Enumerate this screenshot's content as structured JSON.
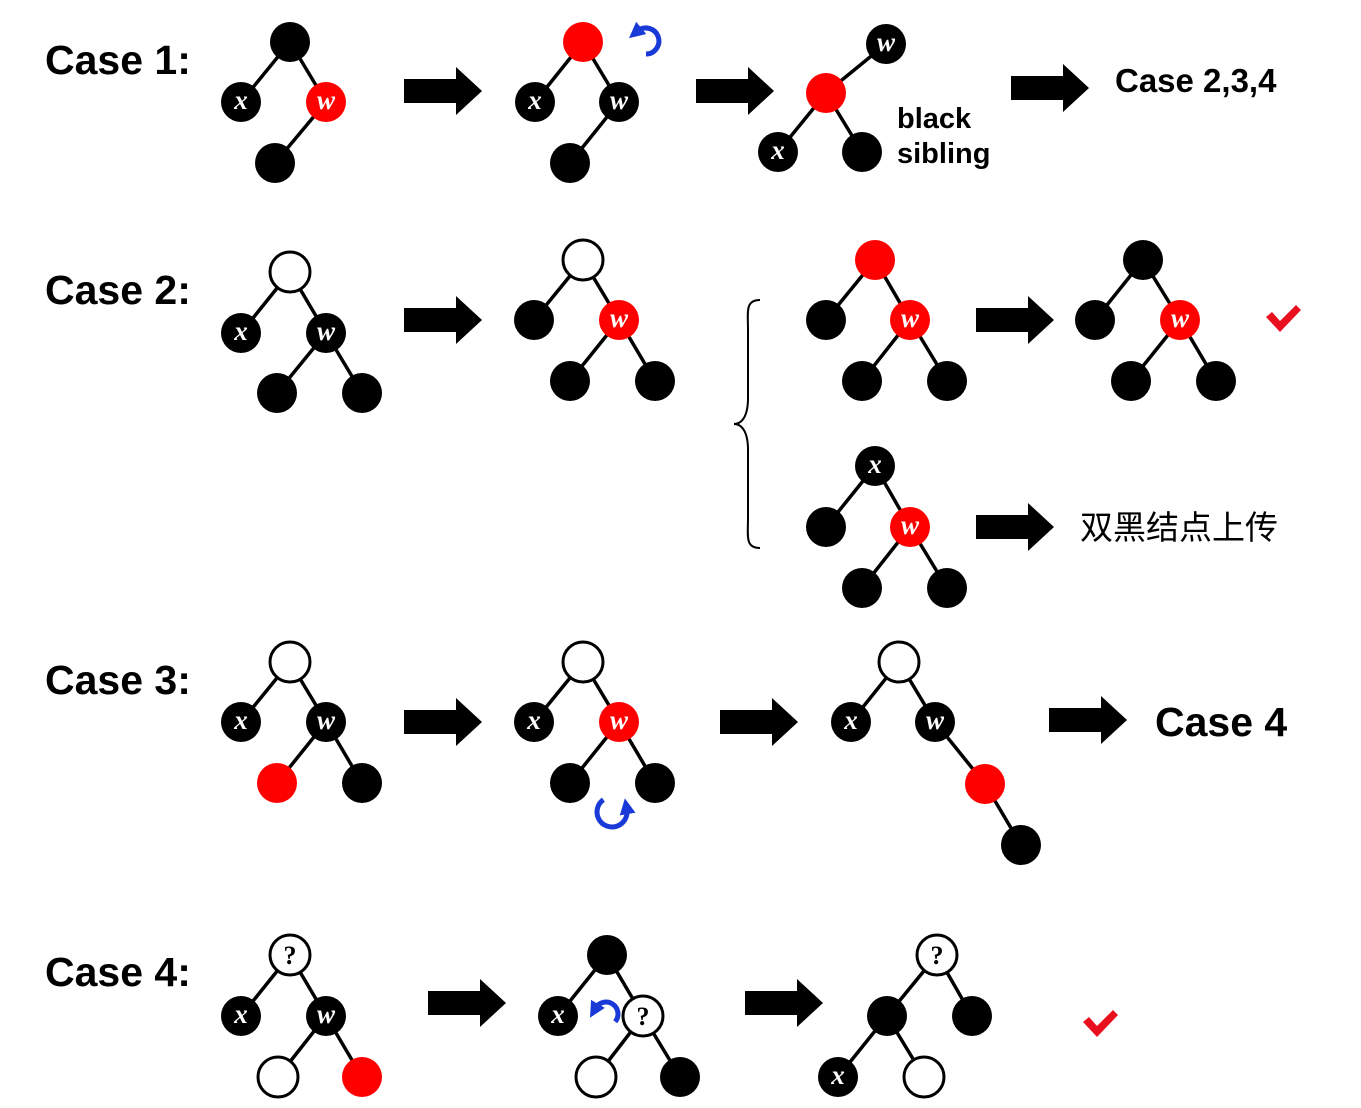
{
  "palette": {
    "black": "#000000",
    "red": "#ff0000",
    "white": "#ffffff",
    "rotation": "#1a3ad8",
    "check": "#e8101e"
  },
  "rows": [
    {
      "label": "Case 1:",
      "trees": [
        {
          "nodes": [
            {
              "color": "black"
            },
            {
              "color": "black",
              "label": "x"
            },
            {
              "color": "red",
              "label": "w"
            },
            {
              "color": "black"
            }
          ],
          "edges": [
            [
              0,
              1
            ],
            [
              0,
              2
            ],
            [
              2,
              3
            ]
          ]
        },
        {
          "nodes": [
            {
              "color": "red"
            },
            {
              "color": "black",
              "label": "x"
            },
            {
              "color": "black",
              "label": "w"
            },
            {
              "color": "black"
            }
          ],
          "edges": [
            [
              0,
              1
            ],
            [
              0,
              2
            ],
            [
              2,
              3
            ]
          ],
          "rotation_icon": "rotate-left-icon"
        },
        {
          "nodes": [
            {
              "color": "black",
              "label": "w"
            },
            {
              "color": "red"
            },
            {
              "color": "black",
              "label": "x"
            },
            {
              "color": "black"
            }
          ],
          "edges": [
            [
              1,
              0
            ],
            [
              1,
              2
            ],
            [
              1,
              3
            ]
          ]
        }
      ],
      "note": [
        "black",
        "sibling"
      ],
      "result": "Case 2,3,4"
    },
    {
      "label": "Case 2:",
      "trees": [
        {
          "nodes": [
            {
              "color": "white"
            },
            {
              "color": "black",
              "label": "x"
            },
            {
              "color": "black",
              "label": "w"
            },
            {
              "color": "black"
            },
            {
              "color": "black"
            }
          ],
          "edges": [
            [
              0,
              1
            ],
            [
              0,
              2
            ],
            [
              2,
              3
            ],
            [
              2,
              4
            ]
          ]
        },
        {
          "nodes": [
            {
              "color": "white"
            },
            {
              "color": "black"
            },
            {
              "color": "red",
              "label": "w"
            },
            {
              "color": "black"
            },
            {
              "color": "black"
            }
          ],
          "edges": [
            [
              0,
              1
            ],
            [
              0,
              2
            ],
            [
              2,
              3
            ],
            [
              2,
              4
            ]
          ]
        },
        {
          "nodes": [
            {
              "color": "red"
            },
            {
              "color": "black"
            },
            {
              "color": "red",
              "label": "w"
            },
            {
              "color": "black"
            },
            {
              "color": "black"
            }
          ],
          "edges": [
            [
              0,
              1
            ],
            [
              0,
              2
            ],
            [
              2,
              3
            ],
            [
              2,
              4
            ]
          ]
        },
        {
          "nodes": [
            {
              "color": "black"
            },
            {
              "color": "black"
            },
            {
              "color": "red",
              "label": "w"
            },
            {
              "color": "black"
            },
            {
              "color": "black"
            }
          ],
          "edges": [
            [
              0,
              1
            ],
            [
              0,
              2
            ],
            [
              2,
              3
            ],
            [
              2,
              4
            ]
          ]
        },
        {
          "nodes": [
            {
              "color": "black",
              "label": "x"
            },
            {
              "color": "black"
            },
            {
              "color": "red",
              "label": "w"
            },
            {
              "color": "black"
            },
            {
              "color": "black"
            }
          ],
          "edges": [
            [
              0,
              1
            ],
            [
              0,
              2
            ],
            [
              2,
              3
            ],
            [
              2,
              4
            ]
          ]
        }
      ],
      "done_icon": "check-icon",
      "outcome": "双黑结点上传"
    },
    {
      "label": "Case 3:",
      "trees": [
        {
          "nodes": [
            {
              "color": "white"
            },
            {
              "color": "black",
              "label": "x"
            },
            {
              "color": "black",
              "label": "w"
            },
            {
              "color": "red"
            },
            {
              "color": "black"
            }
          ],
          "edges": [
            [
              0,
              1
            ],
            [
              0,
              2
            ],
            [
              2,
              3
            ],
            [
              2,
              4
            ]
          ]
        },
        {
          "nodes": [
            {
              "color": "white"
            },
            {
              "color": "black",
              "label": "x"
            },
            {
              "color": "red",
              "label": "w"
            },
            {
              "color": "black"
            },
            {
              "color": "black"
            }
          ],
          "edges": [
            [
              0,
              1
            ],
            [
              0,
              2
            ],
            [
              2,
              3
            ],
            [
              2,
              4
            ]
          ],
          "rotation_icon": "rotate-right-icon"
        },
        {
          "nodes": [
            {
              "color": "white"
            },
            {
              "color": "black",
              "label": "x"
            },
            {
              "color": "black",
              "label": "w"
            },
            {
              "color": "red"
            },
            {
              "color": "black"
            }
          ],
          "edges": [
            [
              0,
              1
            ],
            [
              0,
              2
            ],
            [
              2,
              3
            ],
            [
              3,
              4
            ]
          ]
        }
      ],
      "result": "Case 4"
    },
    {
      "label": "Case 4:",
      "trees": [
        {
          "nodes": [
            {
              "color": "white",
              "label": "?"
            },
            {
              "color": "black",
              "label": "x"
            },
            {
              "color": "black",
              "label": "w"
            },
            {
              "color": "white"
            },
            {
              "color": "red"
            }
          ],
          "edges": [
            [
              0,
              1
            ],
            [
              0,
              2
            ],
            [
              2,
              3
            ],
            [
              2,
              4
            ]
          ]
        },
        {
          "nodes": [
            {
              "color": "black"
            },
            {
              "color": "black",
              "label": "x"
            },
            {
              "color": "white",
              "label": "?"
            },
            {
              "color": "white"
            },
            {
              "color": "black"
            }
          ],
          "edges": [
            [
              0,
              1
            ],
            [
              0,
              2
            ],
            [
              2,
              3
            ],
            [
              2,
              4
            ]
          ],
          "rotation_icon": "rotate-left-icon"
        },
        {
          "nodes": [
            {
              "color": "white",
              "label": "?"
            },
            {
              "color": "black"
            },
            {
              "color": "black"
            },
            {
              "color": "black",
              "label": "x"
            },
            {
              "color": "white"
            }
          ],
          "edges": [
            [
              0,
              1
            ],
            [
              0,
              2
            ],
            [
              1,
              3
            ],
            [
              1,
              4
            ]
          ]
        }
      ],
      "done_icon": "check-icon"
    }
  ]
}
